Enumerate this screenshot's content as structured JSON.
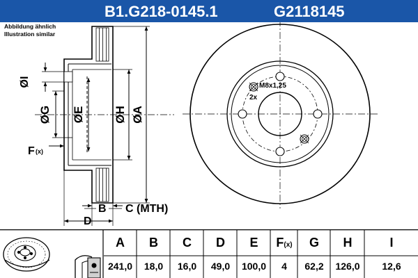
{
  "header": {
    "part_number": "B1.G218-0145.1",
    "code": "G2118145"
  },
  "note": {
    "line1": "Abbildung ähnlich",
    "line2": "Illustration similar"
  },
  "labels": {
    "I": "ØI",
    "G": "ØG",
    "E": "ØE",
    "H": "ØH",
    "A": "ØA",
    "F": "F",
    "F_sub": "(x)",
    "B": "B",
    "C": "C (MTH)",
    "D": "D",
    "thread": "M8x1,25",
    "count": "2x"
  },
  "table": {
    "headers": [
      "A",
      "B",
      "C",
      "D",
      "E",
      "F",
      "G",
      "H",
      "I"
    ],
    "F_sub": "(x)",
    "values": [
      "241,0",
      "18,0",
      "16,0",
      "49,0",
      "100,0",
      "4",
      "62,2",
      "126,0",
      "12,6"
    ]
  },
  "colors": {
    "header_bg": "#1a56a8",
    "header_text": "#ffffff",
    "line": "#000000"
  }
}
